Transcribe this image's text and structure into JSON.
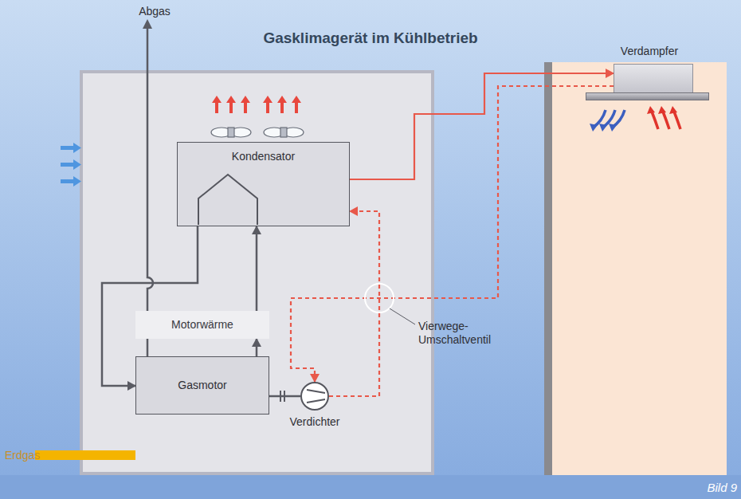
{
  "diagram": {
    "title": "Gasklimagerät im Kühlbetrieb",
    "nodes": [
      {
        "text": [
          "Kondensator"
        ]
      },
      {
        "text": [
          "Verdampfer"
        ]
      },
      {
        "text": [
          "Motorwärme"
        ]
      },
      {
        "text": [
          "Gasmotor"
        ]
      },
      {
        "text": [
          "Verdichter"
        ]
      }
    ],
    "edges": [
      {
        "from": 0,
        "to": 1,
        "arrow": "to"
      },
      {
        "from": 1,
        "to": 4,
        "arrow": "to"
      },
      {
        "from": 4,
        "to": 0,
        "arrow": "to"
      },
      {
        "from": 3,
        "to": 2,
        "arrow": "to"
      },
      {
        "from": 2,
        "to": 0,
        "arrow": "to"
      },
      {
        "from": 0,
        "to": 3,
        "arrow": "to"
      },
      {
        "from": 3,
        "to": 4,
        "arrow": "none"
      }
    ],
    "labels": [
      "Abgas",
      "Erdgas",
      "Vierwege- Umschaltventil",
      "Bild 9"
    ]
  }
}
